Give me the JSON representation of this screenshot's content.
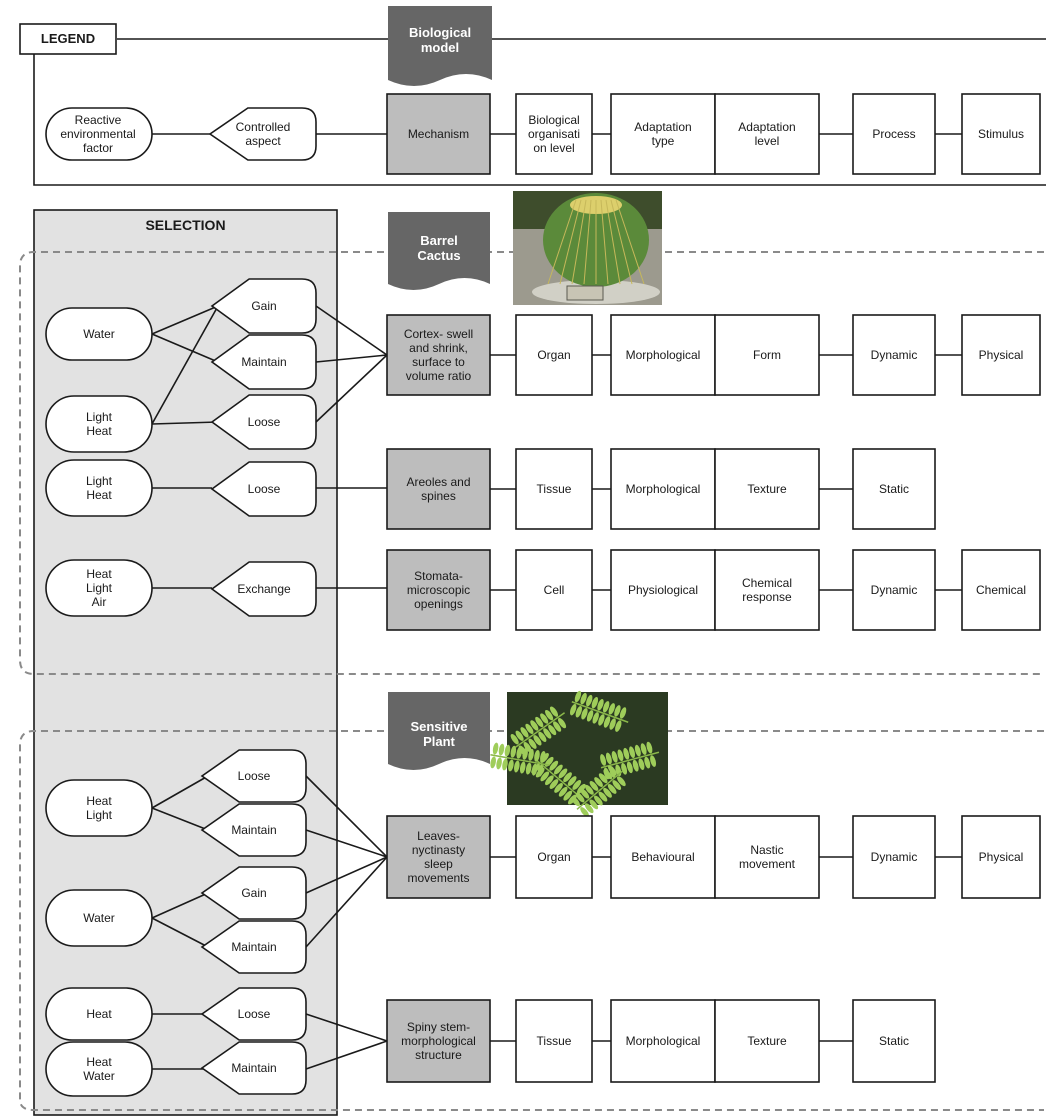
{
  "legend": {
    "title": "LEGEND",
    "banner": "Biological\nmodel",
    "factor": "Reactive\nenvironmental\nfactor",
    "aspect": "Controlled\naspect",
    "columns": {
      "mechanism": "Mechanism",
      "org_level": "Biological\norganisati\non level",
      "adapt_type": "Adaptation\ntype",
      "adapt_level": "Adaptation\nlevel",
      "process": "Process",
      "stimulus": "Stimulus"
    }
  },
  "selection": {
    "title": "SELECTION"
  },
  "barrel": {
    "banner": "Barrel\nCactus",
    "image": "barrel-cactus-photo",
    "factors": [
      "Water",
      "Light\nHeat",
      "Light\nHeat",
      "Heat\nLight\nAir"
    ],
    "aspects": [
      "Gain",
      "Maintain",
      "Loose",
      "Loose",
      "Exchange"
    ],
    "rows": [
      {
        "mechanism": "Cortex-  swell\nand shrink,\nsurface to\nvolume ratio",
        "org_level": "Organ",
        "adapt_type": "Morphological",
        "adapt_level": "Form",
        "process": "Dynamic",
        "stimulus": "Physical"
      },
      {
        "mechanism": "Areoles and\nspines",
        "org_level": "Tissue",
        "adapt_type": "Morphological",
        "adapt_level": "Texture",
        "process": "Static",
        "stimulus": ""
      },
      {
        "mechanism": "Stomata-\nmicroscopic\nopenings",
        "org_level": "Cell",
        "adapt_type": "Physiological",
        "adapt_level": "Chemical\nresponse",
        "process": "Dynamic",
        "stimulus": "Chemical"
      }
    ]
  },
  "sensitive": {
    "banner": "Sensitive\nPlant",
    "image": "sensitive-plant-photo",
    "factors": [
      "Heat\nLight",
      "Water",
      "Heat",
      "Heat\nWater"
    ],
    "aspects": [
      "Loose",
      "Maintain",
      "Gain",
      "Maintain",
      "Loose",
      "Maintain"
    ],
    "rows": [
      {
        "mechanism": "Leaves-\nnyctinasty\nsleep\nmovements",
        "org_level": "Organ",
        "adapt_type": "Behavioural",
        "adapt_level": "Nastic\nmovement",
        "process": "Dynamic",
        "stimulus": "Physical"
      },
      {
        "mechanism": "Spiny stem-\nmorphological\nstructure",
        "org_level": "Tissue",
        "adapt_type": "Morphological",
        "adapt_level": "Texture",
        "process": "Static",
        "stimulus": ""
      }
    ]
  },
  "colors": {
    "line": "#1a1a1a",
    "mechanism_fill": "#bdbdbd",
    "selection_fill": "#e2e2e2",
    "banner_fill": "#666666",
    "dash": "#8a8a8a"
  }
}
